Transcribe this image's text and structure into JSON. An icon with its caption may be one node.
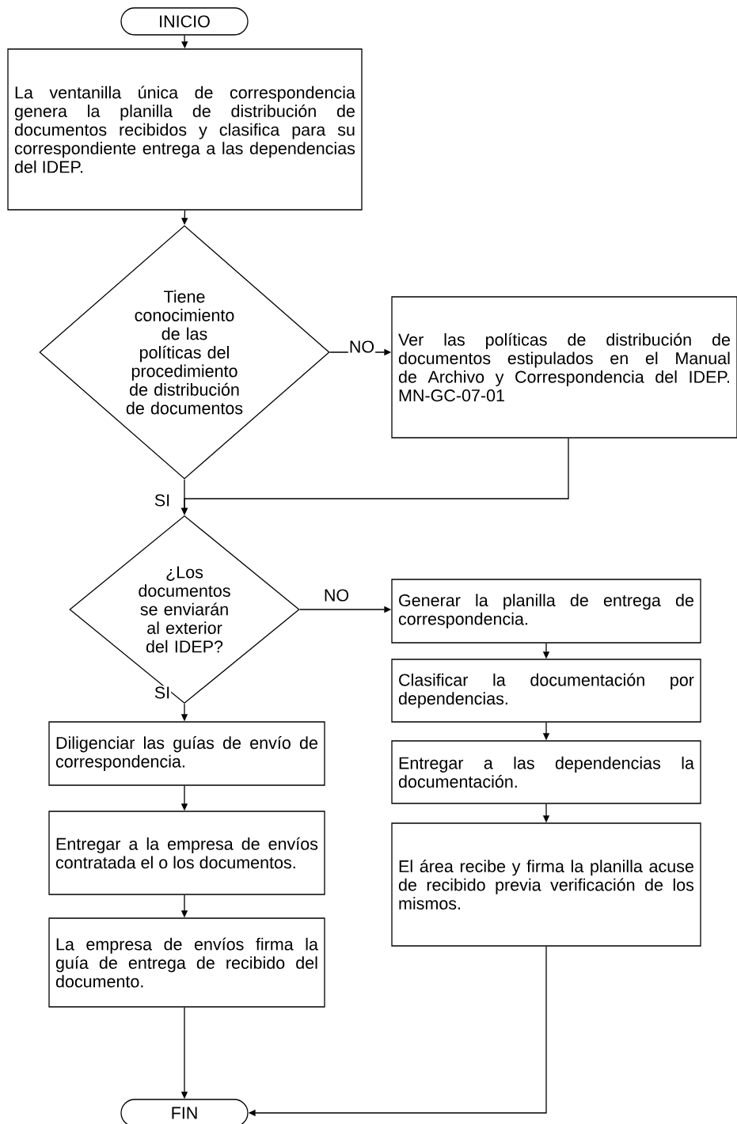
{
  "diagram": {
    "nodes": [
      {
        "text": [
          "INICIO"
        ]
      },
      {
        "text": [
          "La ventanilla única de correspondencia genera la planilla de distribución de documentos recibidos y clasifica para su correspondiente entrega a las dependencias del IDEP."
        ]
      },
      {
        "text": [
          "Tiene conocimiento de las políticas del procedimiento de distribución de documentos"
        ]
      },
      {
        "text": [
          "Ver las políticas de distribución de documentos estipulados en el Manual de Archivo y Correspondencia del IDEP. MN-GC-07-01"
        ]
      },
      {
        "text": [
          "¿Los documentos se enviarán al exterior del IDEP?"
        ]
      },
      {
        "text": [
          "Generar la planilla de entrega de correspondencia."
        ]
      },
      {
        "text": [
          "Clasificar la documentación por dependencias."
        ]
      },
      {
        "text": [
          "Entregar a las dependencias la documentación."
        ]
      },
      {
        "text": [
          "El área recibe y firma la planilla acuse de recibido previa verificación de los mismos."
        ]
      },
      {
        "text": [
          "Diligenciar las guías de envío de correspondencia."
        ]
      },
      {
        "text": [
          "Entregar a la empresa de envíos contratada el o los documentos."
        ]
      },
      {
        "text": [
          "La empresa de envíos firma la guía de entrega de recibido del documento."
        ]
      },
      {
        "text": [
          "FIN"
        ]
      }
    ],
    "edges": [
      {
        "from": 0,
        "to": 1,
        "arrow": "to"
      },
      {
        "from": 1,
        "to": 2,
        "arrow": "to"
      },
      {
        "from": 2,
        "to": 3,
        "arrow": "to",
        "label": "NO"
      },
      {
        "from": 2,
        "to": 4,
        "arrow": "to",
        "label": "SI"
      },
      {
        "from": 3,
        "to": 4,
        "arrow": "to"
      },
      {
        "from": 4,
        "to": 5,
        "arrow": "to",
        "label": "NO"
      },
      {
        "from": 5,
        "to": 6,
        "arrow": "to"
      },
      {
        "from": 6,
        "to": 7,
        "arrow": "to"
      },
      {
        "from": 7,
        "to": 8,
        "arrow": "to"
      },
      {
        "from": 4,
        "to": 9,
        "arrow": "to",
        "label": "SI"
      },
      {
        "from": 9,
        "to": 10,
        "arrow": "to"
      },
      {
        "from": 10,
        "to": 11,
        "arrow": "to"
      },
      {
        "from": 11,
        "to": 12,
        "arrow": "to"
      },
      {
        "from": 8,
        "to": 12,
        "arrow": "to"
      }
    ]
  }
}
